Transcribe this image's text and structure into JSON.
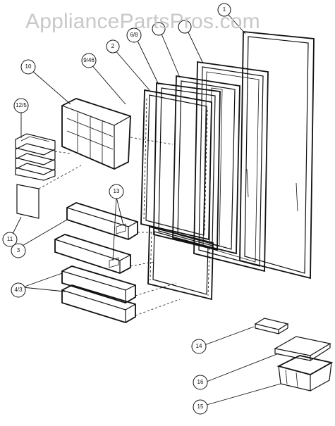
{
  "watermark": "AppliancePartsPros.com",
  "callouts": [
    {
      "id": "c1",
      "label": "1"
    },
    {
      "id": "c2",
      "label": "2"
    },
    {
      "id": "c6-8",
      "label": "6/8"
    },
    {
      "id": "c9-46",
      "label": "9/46"
    },
    {
      "id": "c10",
      "label": "10"
    },
    {
      "id": "c12-5",
      "label": "12/5"
    },
    {
      "id": "c11",
      "label": "11"
    },
    {
      "id": "c13",
      "label": "13"
    },
    {
      "id": "c3",
      "label": "3"
    },
    {
      "id": "c4-3",
      "label": "4/3"
    },
    {
      "id": "c14",
      "label": "14"
    },
    {
      "id": "c16",
      "label": "16"
    },
    {
      "id": "c15",
      "label": "15"
    }
  ]
}
